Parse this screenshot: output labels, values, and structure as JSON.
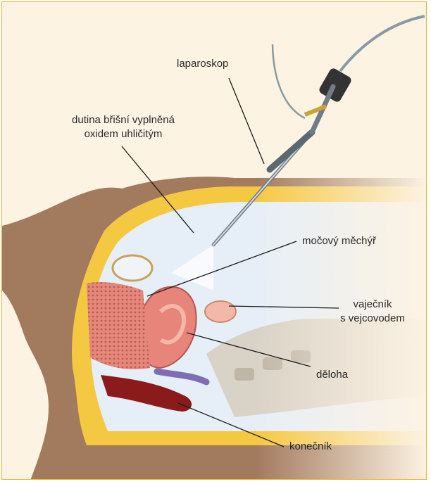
{
  "labels": {
    "laparoscope": "laparoskop",
    "cavity_line1": "dutina břišní vyplněná",
    "cavity_line2": "oxidem uhličitým",
    "bladder": "močový měchýř",
    "ovary_line1": "vaječník",
    "ovary_line2": "s vejcovodem",
    "uterus": "děloha",
    "rectum": "konečník"
  },
  "colors": {
    "background": "#fdf3e3",
    "border": "#f2b233",
    "skin": "#a27a5e",
    "fat": "#f5c842",
    "cavity": "#e6eff7",
    "organ_pink": "#e8857a",
    "organ_light": "#f4b8a8",
    "rectum_dark": "#8b1a1a",
    "vessel_purple": "#7e6db2",
    "bone": "#d9d2c6",
    "leader_line": "#1a1a1a"
  }
}
